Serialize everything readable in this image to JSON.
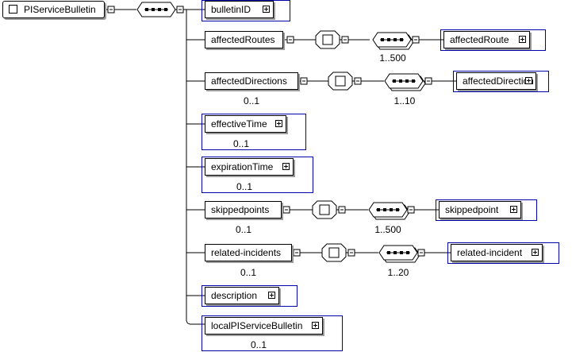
{
  "root": {
    "label": "PIServiceBulletin"
  },
  "children": [
    {
      "label": "bulletinID",
      "occurrence": ""
    },
    {
      "label": "affectedRoutes",
      "occurrence": "",
      "sequence_occurrence": "1..500",
      "child": "affectedRoute"
    },
    {
      "label": "affectedDirections",
      "occurrence": "0..1",
      "sequence_occurrence": "1..10",
      "child": "affectedDirection"
    },
    {
      "label": "effectiveTime",
      "occurrence": "0..1"
    },
    {
      "label": "expirationTime",
      "occurrence": "0..1"
    },
    {
      "label": "skippedpoints",
      "occurrence": "0..1",
      "sequence_occurrence": "1..500",
      "child": "skippedpoint"
    },
    {
      "label": "related-incidents",
      "occurrence": "0..1",
      "sequence_occurrence": "1..20",
      "child": "related-incident"
    },
    {
      "label": "description",
      "occurrence": ""
    },
    {
      "label": "localPIServiceBulletin",
      "occurrence": "0..1"
    }
  ]
}
